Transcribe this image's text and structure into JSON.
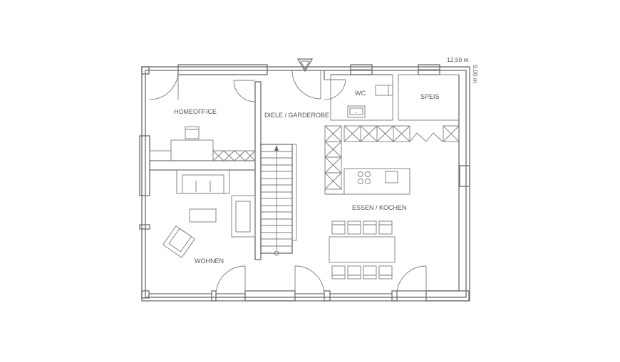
{
  "dimensions": {
    "width_label": "12,50 m",
    "depth_label": "9,00 m"
  },
  "rooms": {
    "homeoffice": "HOMEOFFICE",
    "diele": "DIELE / GARDEROBE",
    "wc": "WC",
    "speis": "SPEIS",
    "essen": "ESSEN / KOCHEN",
    "wohnen": "WOHNEN"
  },
  "colors": {
    "line": "#6b6b6b",
    "text": "#555555",
    "background": "#ffffff"
  }
}
